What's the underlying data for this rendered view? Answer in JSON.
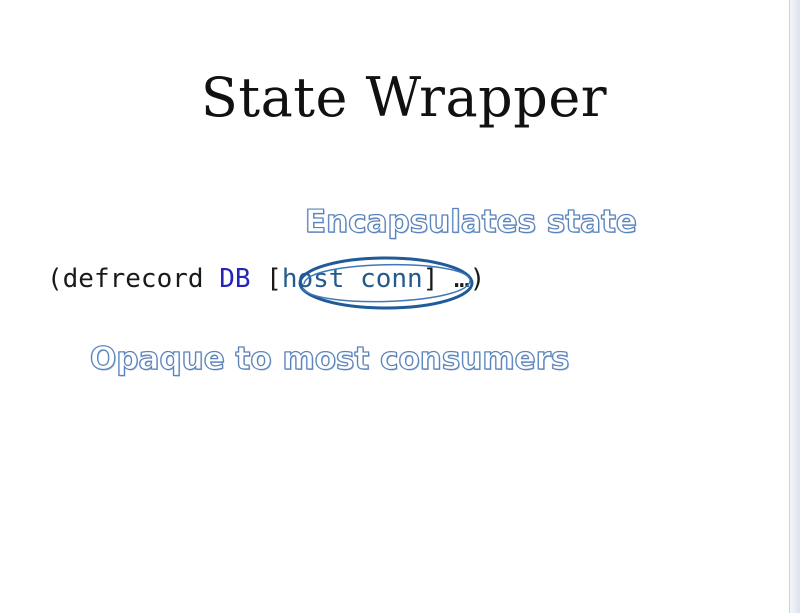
{
  "slide": {
    "title": "State Wrapper",
    "annotations": {
      "encapsulates": "Encapsulates state",
      "opaque": "Opaque to most consumers"
    },
    "code": {
      "open": "(defrecord ",
      "name": "DB",
      "space": " ",
      "bracket_open": "[",
      "fields": "host conn",
      "bracket_close": "]",
      "rest": " …)"
    },
    "colors": {
      "annotation_stroke": "#5a83ba",
      "record_name": "#2424b8",
      "fields": "#245a8c",
      "circle": "#1f5a99"
    }
  }
}
